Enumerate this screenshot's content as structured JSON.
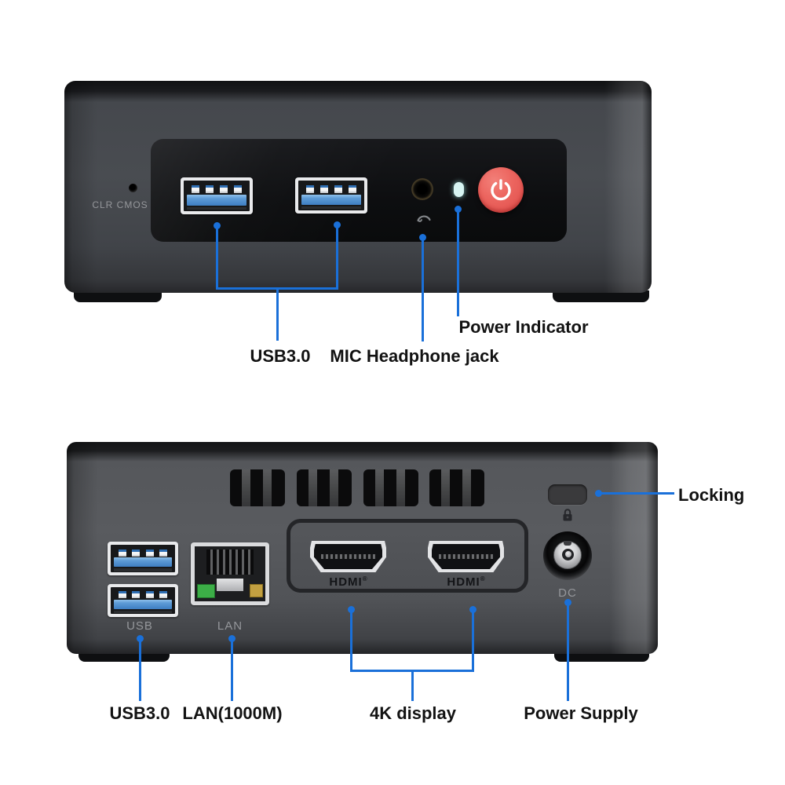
{
  "front": {
    "clr_cmos": "CLR CMOS",
    "labels": {
      "usb": "USB3.0",
      "mic": "MIC Headphone jack",
      "power_indicator": "Power Indicator"
    },
    "icons": [
      "power-icon",
      "headphone-icon",
      "power-led"
    ]
  },
  "rear": {
    "silkscreen": {
      "usb": "USB",
      "lan": "LAN",
      "dc": "DC"
    },
    "hdmi": {
      "label": "HDMI",
      "reg": "®"
    },
    "labels": {
      "locking": "Locking",
      "usb": "USB3.0",
      "lan": "LAN(1000M)",
      "display": "4K display",
      "power_supply": "Power Supply"
    },
    "icons": [
      "lock-icon"
    ]
  },
  "colors": {
    "callout_blue": "#1a70d9",
    "power_button_red": "#ec655f",
    "power_led_cyan": "#d7f4f2",
    "usb_tongue_blue": "#5d9bd6",
    "lan_led_green": "#3cae47",
    "lan_led_amber": "#c2a041"
  }
}
